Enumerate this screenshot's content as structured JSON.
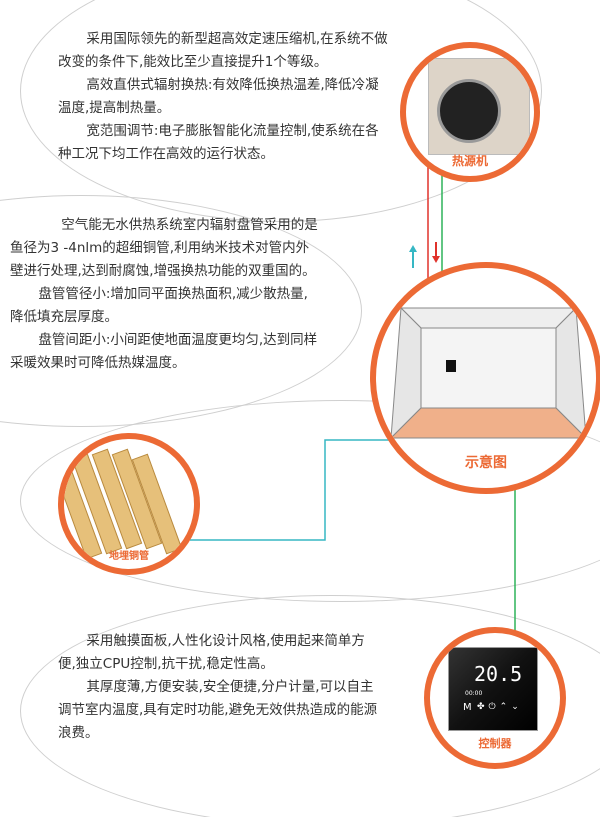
{
  "section1": {
    "paragraphs": [
      "采用国际领先的新型超高效定速压缩机,在系统不做改变的条件下,能效比至少直接提升1个等级。",
      "高效直供式辐射换热:有效降低换热温差,降低冷凝温度,提高制热量。",
      "宽范围调节:电子膨胀智能化流量控制,使系统在各种工况下均工作在高效的运行状态。"
    ],
    "image_caption": "热源机"
  },
  "section2": {
    "paragraphs": [
      "空气能无水供热系统室内辐射盘管采用的是鱼径为3 -4nlm的超细铜管,利用纳米技术对管内外壁进行处理,达到耐腐蚀,增强换热功能的双重国的。",
      "盘管管径小:增加同平面换热面积,减少散热量,降低填充层厚度。",
      "盘管间距小:小间距使地面温度更均匀,达到同样采暖效果时可降低热媒温度。"
    ],
    "diagram_caption": "示意图",
    "pipe_caption": "地埋铜管"
  },
  "section3": {
    "paragraphs": [
      "采用触摸面板,人性化设计风格,使用起来简单方便,独立CPU控制,抗干扰,稳定性高。",
      "其厚度薄,方便安装,安全便捷,分户计量,可以自主调节室内温度,具有定时功能,避免无效供热造成的能源浪费。"
    ],
    "controller_caption": "控制器",
    "controller_temp": "20.5",
    "controller_time": "00:00",
    "controller_mode": "M"
  },
  "colors": {
    "accent": "#ec6a35",
    "pipe_red": "#e0322b",
    "pipe_green": "#2fb35a",
    "pipe_cyan": "#36b7c4"
  }
}
